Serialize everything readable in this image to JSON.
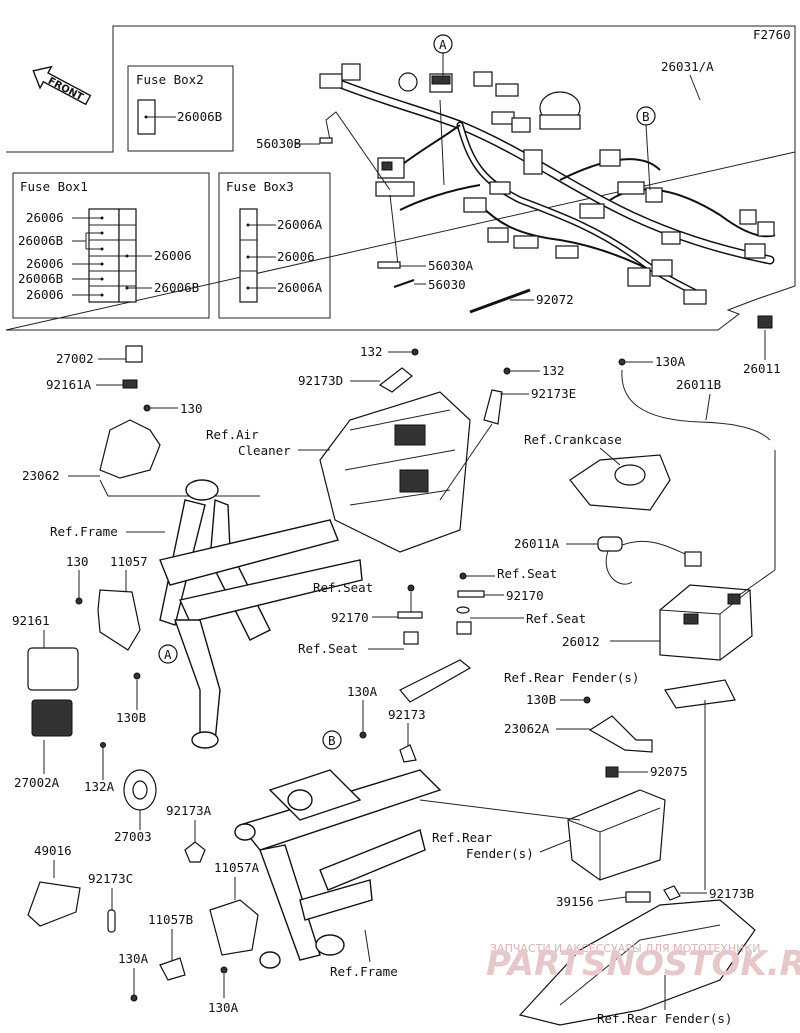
{
  "figure_code": "F2760",
  "front_label": "FRONT",
  "fuse_boxes": {
    "box1_title": "Fuse Box1",
    "box2_title": "Fuse Box2",
    "box3_title": "Fuse Box3",
    "box1_left": [
      "26006",
      "26006B",
      "26006",
      "26006B",
      "26006"
    ],
    "box1_right": [
      "26006",
      "26006B"
    ],
    "box2_item": "26006B",
    "box3_items": [
      "26006A",
      "26006",
      "26006A"
    ]
  },
  "markers": {
    "a": "A",
    "b": "B"
  },
  "labels": {
    "harness": "26031/A",
    "p56030B": "56030B",
    "p56030A": "56030A",
    "p56030": "56030",
    "p92072": "92072",
    "p26011": "26011",
    "p27002": "27002",
    "p92161A": "92161A",
    "p130_top": "130",
    "p23062": "23062",
    "ref_frame_1": "Ref.Frame",
    "p130_mid": "130",
    "p11057": "11057",
    "p92161": "92161",
    "p130B_left": "130B",
    "p27002A": "27002A",
    "p132A": "132A",
    "p27003": "27003",
    "p92173A": "92173A",
    "p49016": "49016",
    "p92173C": "92173C",
    "p11057A": "11057A",
    "p11057B": "11057B",
    "p130A_a": "130A",
    "p130A_b": "130A",
    "ref_frame_2": "Ref.Frame",
    "p132_a": "132",
    "p92173D": "92173D",
    "ref_air": "Ref.Air",
    "cleaner": "Cleaner",
    "p132_b": "132",
    "p92173E": "92173E",
    "ref_seat_1": "Ref.Seat",
    "ref_seat_2": "Ref.Seat",
    "p92170_a": "92170",
    "p92170_b": "92170",
    "ref_seat_3": "Ref.Seat",
    "ref_seat_4": "Ref.Seat",
    "p130A_c": "130A",
    "p92173": "92173",
    "ref_rear_fender_1a": "Ref.Rear",
    "ref_rear_fender_1b": "Fender(s)",
    "p130A_d": "130A",
    "p26011B": "26011B",
    "ref_crankcase": "Ref.Crankcase",
    "p26011A": "26011A",
    "p26012": "26012",
    "ref_rear_fender_2": "Ref.Rear Fender(s)",
    "p130B_right": "130B",
    "p23062A": "23062A",
    "p92075": "92075",
    "p39156": "39156",
    "p92173B": "92173B",
    "ref_rear_fender_3": "Ref.Rear Fender(s)"
  },
  "watermark": {
    "line1": "ЗАПЧАСТИ И АКСЕССУАРЫ ДЛЯ МОТОТЕХНИКИ",
    "line2": "PARTSNOSTOK.RU"
  }
}
